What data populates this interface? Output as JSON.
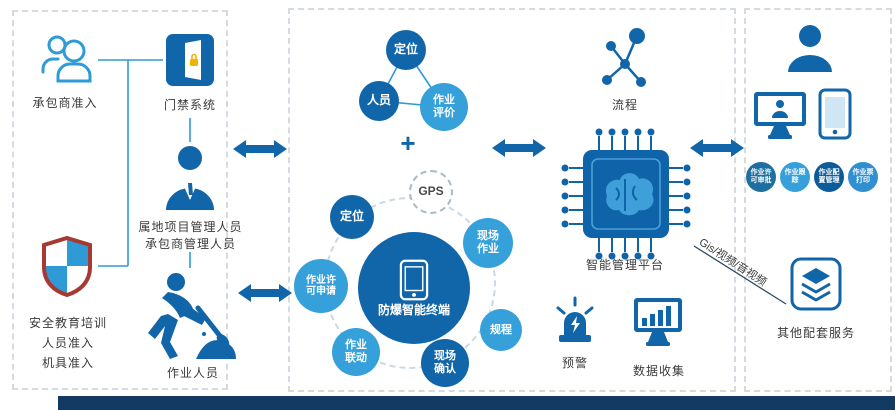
{
  "colors": {
    "dark_blue": "#1165a9",
    "light_blue": "#35a0da",
    "outline_blue": "#2e9bd6",
    "navy_bar": "#123a63",
    "shield_red": "#a63a32"
  },
  "left": {
    "contractor_access": "承包商准入",
    "door_system": "门禁系统",
    "managers": [
      "属地项目管理人员",
      "承包商管理人员"
    ],
    "safety": [
      "安全教育培训",
      "人员准入",
      "机具准入"
    ],
    "worker": "作业人员"
  },
  "hub": {
    "top": {
      "positioning": "定位",
      "personnel": "人员",
      "evaluation": "作业评价"
    },
    "plus": "+",
    "satellites": {
      "gps": "GPS",
      "positioning": "定位",
      "site_work": "现场作业",
      "permit": "作业许可申请",
      "regulation": "规程",
      "linkage": "作业联动",
      "confirm": "现场确认"
    },
    "terminal": "防爆智能终端"
  },
  "platform": {
    "process": "流程",
    "name": "智能管理平台",
    "warning": "预警",
    "data_collect": "数据收集",
    "gis": "Gis/视频/音视频"
  },
  "right": {
    "badges": [
      "作业许可审批",
      "作业跟踪",
      "作业配置管理",
      "作业票打印"
    ],
    "other_services": "其他配套服务"
  }
}
